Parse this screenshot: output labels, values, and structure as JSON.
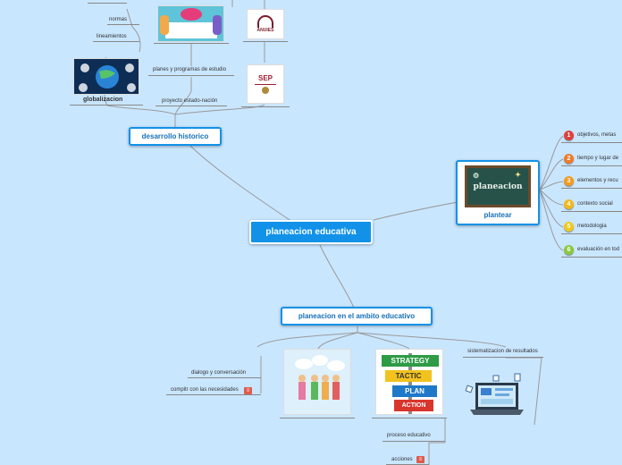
{
  "central": "planeacion educativa",
  "topics": {
    "historico": "desarrollo historico",
    "plantear": "plantear",
    "ambito": "planeacion en el ambito educativo"
  },
  "historico_children": {
    "normas": "normas",
    "lineamientos": "lineamientos",
    "globalizacion": "globalizacion",
    "planes": "planes y programas de estudio",
    "proyecto": "proyecto estado-nación",
    "anuies_logo": "ANUIES",
    "sep_logo": "SEP",
    "plantear_image_text": "planeacion"
  },
  "plantear_items": [
    {
      "num": "1",
      "label": "objetivos, metas",
      "color": "#e0403a"
    },
    {
      "num": "2",
      "label": "tiempo y lugar de",
      "color": "#f07a28"
    },
    {
      "num": "3",
      "label": "elementos y recu",
      "color": "#f39a1e"
    },
    {
      "num": "4",
      "label": "contexto social",
      "color": "#f1b81c"
    },
    {
      "num": "5",
      "label": "metodologia",
      "color": "#f1c81c"
    },
    {
      "num": "6",
      "label": "evaluación en tod",
      "color": "#8cc83c"
    }
  ],
  "ambito_children": {
    "dialogo": "dialogo y conversación",
    "compartir": "compitr con las necesidades",
    "sistematizacion": "sistematizacion de resultados",
    "proceso": "proceso educativo",
    "acciones": "acciones"
  },
  "strategy_signs": [
    "STRATEGY",
    "TACTIC",
    "PLAN",
    "ACTION"
  ],
  "colors": {
    "background": "#c9e6ff",
    "accent": "#1192e8"
  }
}
